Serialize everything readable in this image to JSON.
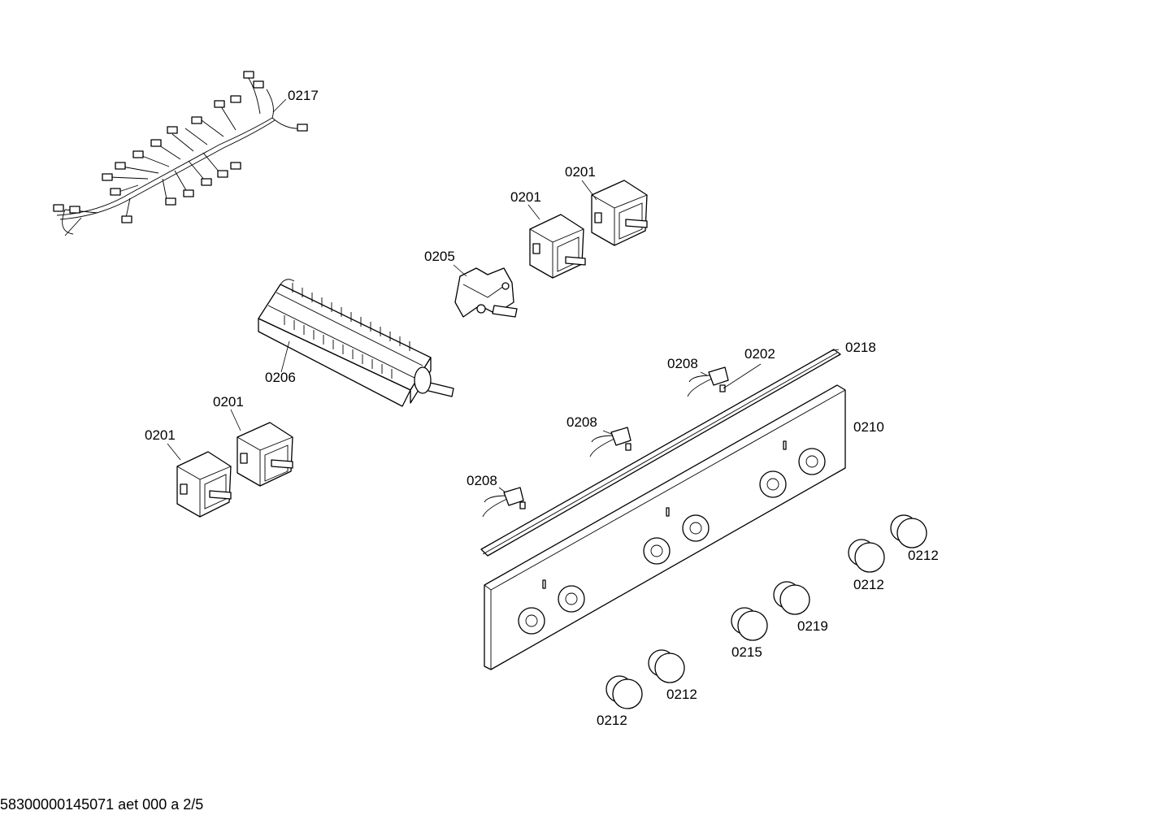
{
  "labels": {
    "harness": "0217",
    "switch_top_right": "0201",
    "switch_top_left": "0201",
    "selector": "0205",
    "switch_block": "0206",
    "switch_bottom_right": "0201",
    "switch_bottom_left": "0201",
    "micro_top": "0208",
    "bracket": "0202",
    "strip": "0218",
    "micro_mid": "0208",
    "micro_low": "0208",
    "panel": "0210",
    "knob_a": "0212",
    "knob_b": "0212",
    "knob_c": "0219",
    "knob_d": "0215",
    "knob_e": "0212",
    "knob_f": "0212"
  },
  "footer": "58300000145071 aet 000 a 2/5"
}
